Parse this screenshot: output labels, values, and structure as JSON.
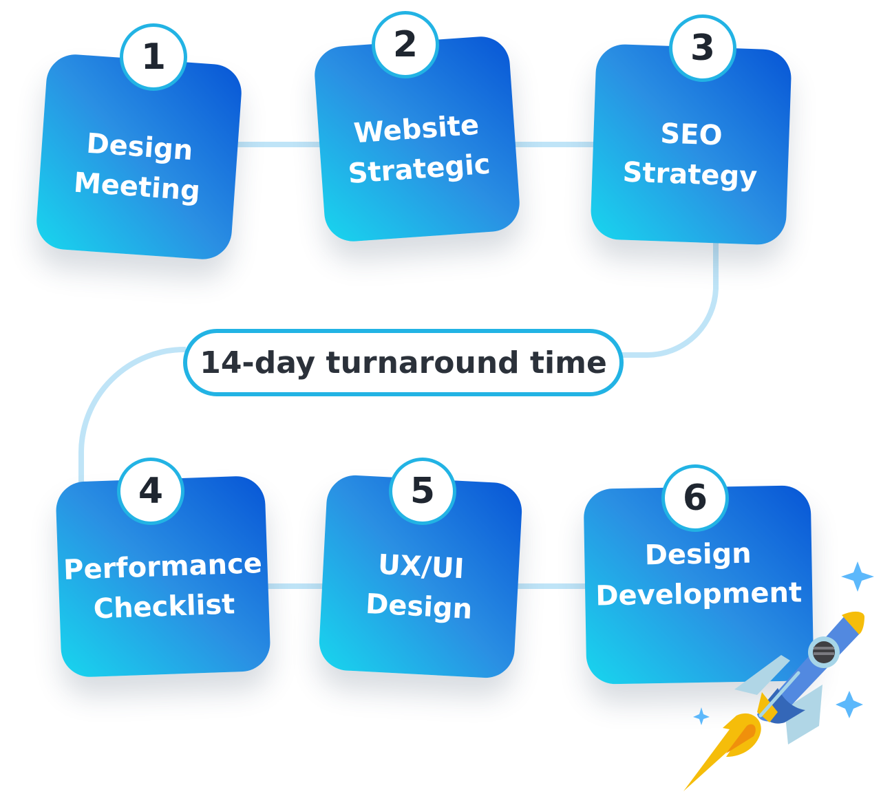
{
  "steps": [
    {
      "number": "1",
      "label": "Design\nMeeting"
    },
    {
      "number": "2",
      "label": "Website\nStrategic"
    },
    {
      "number": "3",
      "label": "SEO\nStrategy"
    },
    {
      "number": "4",
      "label": "Performance\nChecklist"
    },
    {
      "number": "5",
      "label": "UX/UI\nDesign"
    },
    {
      "number": "6",
      "label": "Design\nDevelopment"
    }
  ],
  "turnaround": "14-day turnaround time",
  "colors": {
    "card_start": "#18d6ee",
    "card_end": "#0756d6",
    "badge_border": "#22b3e4",
    "connector": "#bfe4f7"
  }
}
